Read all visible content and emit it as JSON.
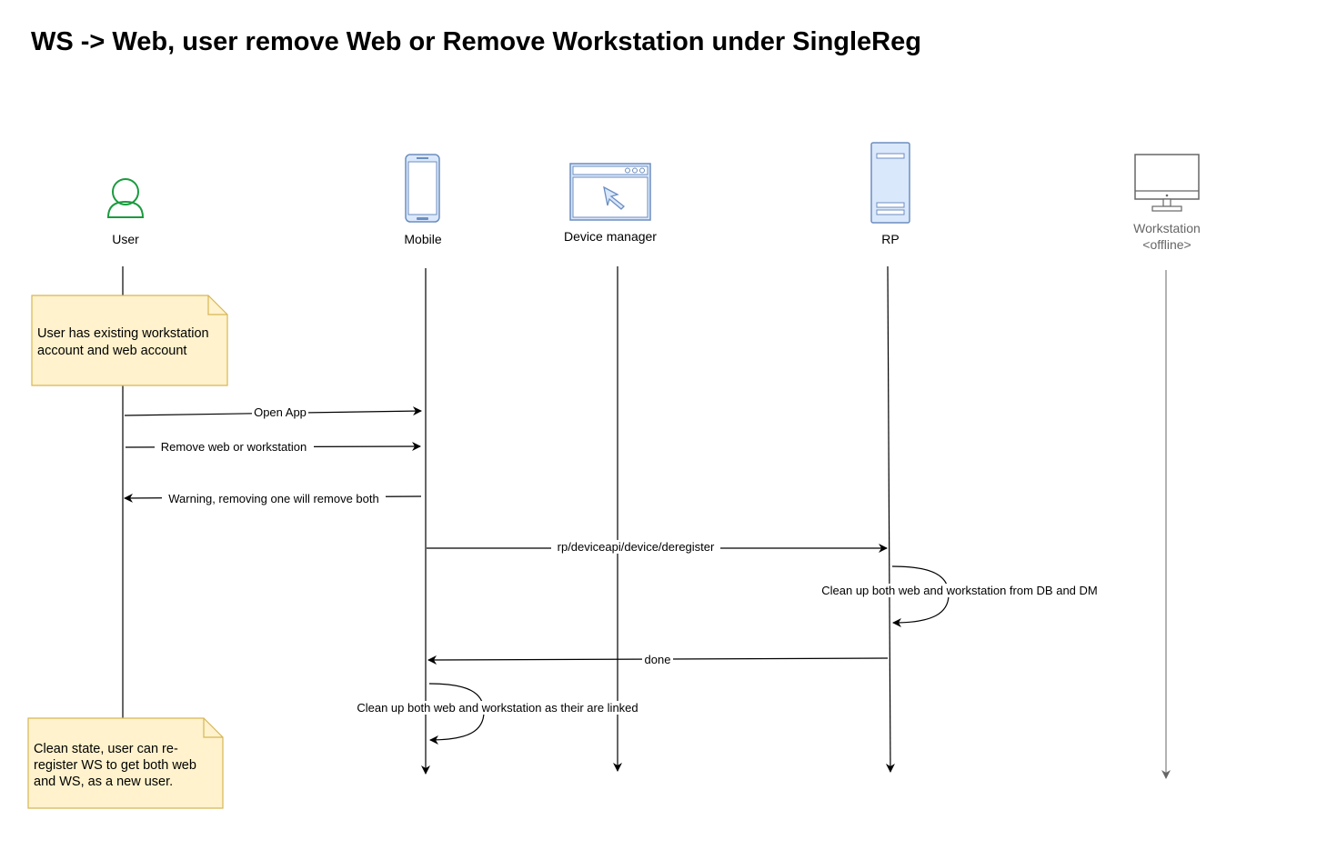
{
  "title": "WS -> Web, user remove Web or Remove Workstation under SingleReg",
  "participants": [
    {
      "id": "user",
      "label": "User",
      "icon": "user-icon"
    },
    {
      "id": "mobile",
      "label": "Mobile",
      "icon": "mobile-phone-icon"
    },
    {
      "id": "device_manager",
      "label": "Device manager",
      "icon": "browser-window-icon"
    },
    {
      "id": "rp",
      "label": "RP",
      "icon": "server-icon"
    },
    {
      "id": "workstation",
      "label": "Workstation",
      "sublabel": "<offline>",
      "icon": "monitor-icon"
    }
  ],
  "notes": {
    "top": [
      "User has existing workstation",
      "account and web account"
    ],
    "bottom": [
      "Clean state, user can re-",
      "register WS to get both web",
      "and WS, as a new user."
    ]
  },
  "messages": {
    "open_app": "Open App",
    "remove": "Remove web or workstation",
    "warning": "Warning, removing one will remove both",
    "deregister": "rp/deviceapi/device/deregister",
    "rp_cleanup": "Clean up both web and workstation from DB and DM",
    "done": "done",
    "mobile_cleanup": "Clean up both web and workstation as their are linked"
  },
  "colors": {
    "user_icon": "#1a9b3e",
    "device_icon": "#6c8ebf",
    "device_fill": "#dae8fc",
    "workstation_gray": "#666666",
    "note_fill": "#fff2cc",
    "note_stroke": "#d6b656"
  }
}
